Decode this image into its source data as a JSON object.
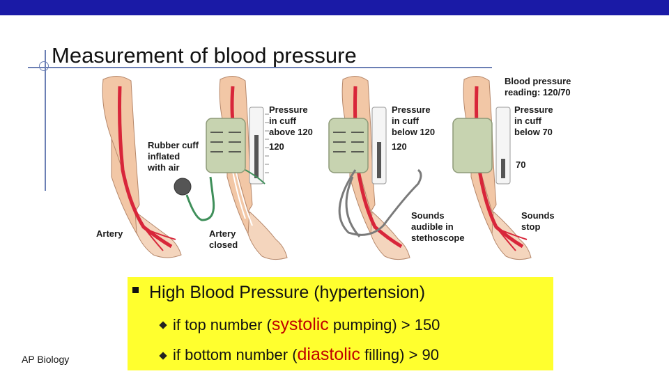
{
  "slide": {
    "title": "Measurement of blood pressure",
    "footer": "AP Biology"
  },
  "figure": {
    "labels": {
      "rubber_cuff": [
        "Rubber cuff",
        "inflated",
        "with air"
      ],
      "artery": "Artery",
      "artery_closed": [
        "Artery",
        "closed"
      ],
      "pressure_above": [
        "Pressure",
        "in cuff",
        "above 120"
      ],
      "val_120_a": "120",
      "pressure_below_120": [
        "Pressure",
        "in cuff",
        "below 120"
      ],
      "val_120_b": "120",
      "sounds_audible": [
        "Sounds",
        "audible in",
        "stethoscope"
      ],
      "bp_reading": [
        "Blood pressure",
        "reading: 120/70"
      ],
      "pressure_below_70": [
        "Pressure",
        "in cuff",
        "below 70"
      ],
      "val_70": "70",
      "sounds_stop": [
        "Sounds",
        "stop"
      ]
    }
  },
  "content": {
    "heading": "High Blood Pressure (hypertension)",
    "items": [
      {
        "pre": "if top number (",
        "highlight": "systolic",
        "post": " pumping) > 150"
      },
      {
        "pre": "if bottom number (",
        "highlight": "diastolic",
        "post": " filling) > 90"
      }
    ]
  },
  "colors": {
    "top_bar": "#1a1aa6",
    "highlight_box": "#ffff2e",
    "accent_text": "#c00000",
    "artery": "#d8263a",
    "cuff": "#c7d3b0"
  }
}
